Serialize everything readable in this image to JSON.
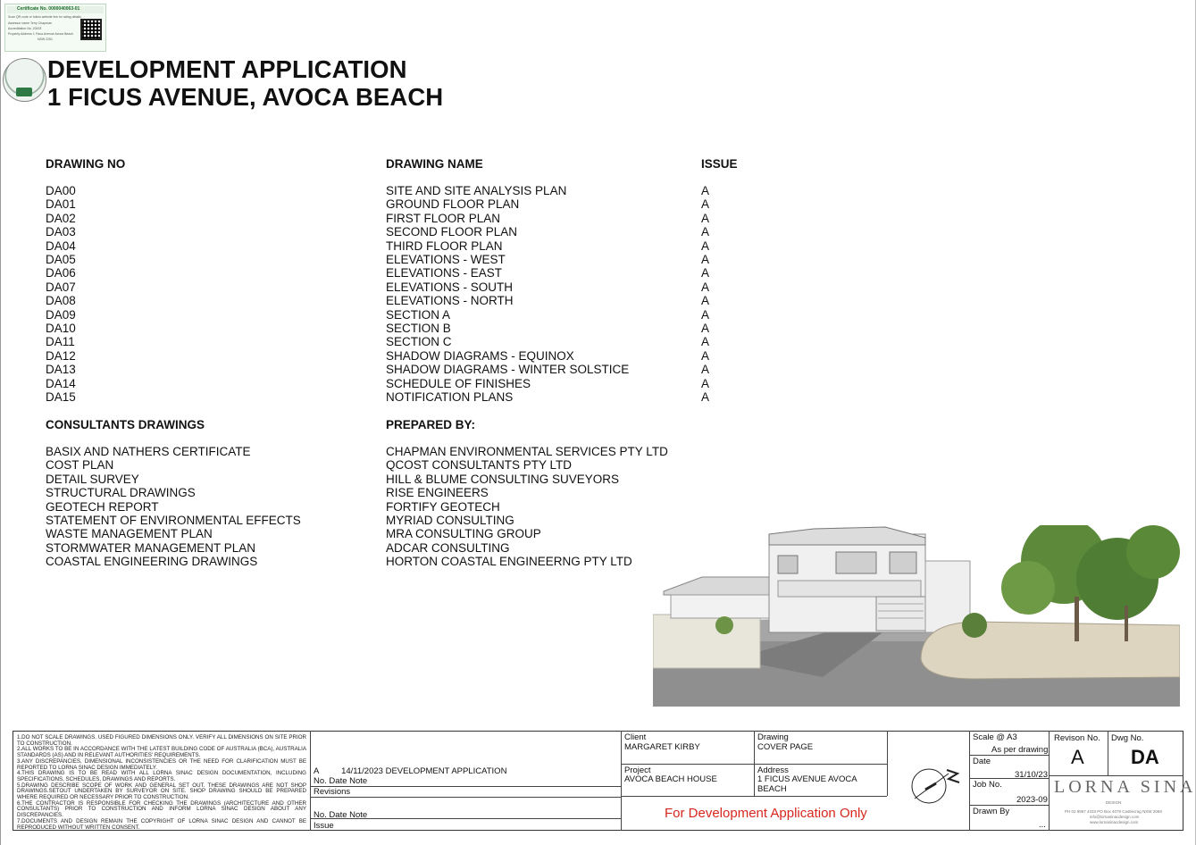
{
  "certificate": {
    "number": "Certificate No. 0000040063-01",
    "lines": [
      "Scan QR code or follow website link for rating details.",
      "Assessor name  Terry Chapman",
      "Accreditation No.  20003",
      "Property Address  1 Ficus Avenue Avoca Beach",
      "NSW 2251"
    ]
  },
  "title": {
    "line1": "DEVELOPMENT APPLICATION",
    "line2": "1 FICUS AVENUE, AVOCA BEACH"
  },
  "drawings": {
    "header_no": "DRAWING NO",
    "header_name": "DRAWING NAME",
    "header_issue": "ISSUE",
    "rows": [
      {
        "no": "DA00",
        "name": "SITE AND SITE ANALYSIS PLAN",
        "issue": "A"
      },
      {
        "no": "DA01",
        "name": "GROUND FLOOR PLAN",
        "issue": "A"
      },
      {
        "no": "DA02",
        "name": "FIRST FLOOR PLAN",
        "issue": "A"
      },
      {
        "no": "DA03",
        "name": "SECOND FLOOR PLAN",
        "issue": "A"
      },
      {
        "no": "DA04",
        "name": "THIRD FLOOR PLAN",
        "issue": "A"
      },
      {
        "no": "DA05",
        "name": "ELEVATIONS - WEST",
        "issue": "A"
      },
      {
        "no": "DA06",
        "name": "ELEVATIONS - EAST",
        "issue": "A"
      },
      {
        "no": "DA07",
        "name": "ELEVATIONS - SOUTH",
        "issue": "A"
      },
      {
        "no": "DA08",
        "name": "ELEVATIONS - NORTH",
        "issue": "A"
      },
      {
        "no": "DA09",
        "name": "SECTION A",
        "issue": "A"
      },
      {
        "no": "DA10",
        "name": "SECTION B",
        "issue": "A"
      },
      {
        "no": "DA11",
        "name": "SECTION C",
        "issue": "A"
      },
      {
        "no": "DA12",
        "name": "SHADOW DIAGRAMS - EQUINOX",
        "issue": "A"
      },
      {
        "no": "DA13",
        "name": "SHADOW DIAGRAMS - WINTER SOLSTICE",
        "issue": "A"
      },
      {
        "no": "DA14",
        "name": "SCHEDULE OF FINISHES",
        "issue": "A"
      },
      {
        "no": "DA15",
        "name": "NOTIFICATION PLANS",
        "issue": "A"
      }
    ]
  },
  "consultants": {
    "header_left": "CONSULTANTS DRAWINGS",
    "header_right": "PREPARED BY:",
    "rows": [
      {
        "doc": "BASIX  AND NATHERS CERTIFICATE",
        "by": "CHAPMAN ENVIRONMENTAL SERVICES PTY LTD"
      },
      {
        "doc": "COST PLAN",
        "by": "QCOST CONSULTANTS PTY LTD"
      },
      {
        "doc": "DETAIL SURVEY",
        "by": "HILL & BLUME CONSULTING SUVEYORS"
      },
      {
        "doc": "STRUCTURAL DRAWINGS",
        "by": "RISE ENGINEERS"
      },
      {
        "doc": "GEOTECH REPORT",
        "by": "FORTIFY GEOTECH"
      },
      {
        "doc": "STATEMENT OF ENVIRONMENTAL EFFECTS",
        "by": "MYRIAD CONSULTING"
      },
      {
        "doc": "WASTE MANAGEMENT PLAN",
        "by": "MRA CONSULTING GROUP"
      },
      {
        "doc": "STORMWATER MANAGEMENT PLAN",
        "by": "ADCAR CONSULTING"
      },
      {
        "doc": "COASTAL ENGINEERING DRAWINGS",
        "by": "HORTON COASTAL ENGINEERNG PTY LTD"
      }
    ]
  },
  "titleblock": {
    "notes": [
      "1.DO NOT SCALE DRAWINGS. USED FIGURED DIMENSIONS ONLY. VERIFY ALL DIMENSIONS ON SITE PRIOR TO CONSTRUCTION.",
      "2.ALL WORKS TO BE IN ACCORDANCE WITH THE LATEST BUILDING CODE OF AUSTRALIA (BCA), AUSTRALIA STANDARDS (AS) AND IN RELEVANT AUTHORITIES' REQUIREMENTS.",
      "3.ANY DISCREPANCIES, DIMENSIONAL INCONSISTENCIES OR THE NEED FOR CLARIFICATION MUST BE REPORTED TO LORNA SINAC DESIGN IMMEDIATELY.",
      "4.THIS DRAWING IS TO BE READ WITH ALL LORNA SINAC DESIGN DOCUMENTATION, INCLUDING SPECIFICATIONS, SCHEDULES, DRAWINGS AND REPORTS.",
      "5.DRAWING DESCRIBE SCOPE OF WORK AND GENERAL SET OUT. THESE DRAWINGS ARE NOT SHOP DRAWINGS.SETOUT UNDERTAKEN BY SURVEYOR ON SITE. SHOP DRAWING SHOULD BE PREPARED WHERE REQUIRED OR NECESSARY PRIOR TO CONSTRUCTION.",
      "6.THE CONTRACTOR IS RESPONSIBLE FOR CHECKING THE DRAWINGS (ARCHITECTURE AND OTHER CONSULTANTS) PRIOR TO CONSTRUCTION AND INFORM LORNA SINAC DESIGN ABOUT ANY DISCREPANCIES.",
      "7.DOCUMENTS AND DESIGN REMAIN THE COPYRIGHT OF LORNA SINAC DESIGN AND CANNOT BE REPRODUCED WITHOUT WRITTEN CONSENT."
    ],
    "revision": {
      "rev": "A",
      "date": "14/11/2023",
      "note": "DEVELOPMENT APPLICATION"
    },
    "rev_header": "No. Date       Note",
    "revisions_label": "Revisions",
    "issue_header": "No.  Date       Note",
    "issue_label": "Issue",
    "client_label": "Client",
    "client": "MARGARET KIRBY",
    "drawing_label": "Drawing",
    "drawing": "COVER PAGE",
    "project_label": "Project",
    "project": "AVOCA BEACH HOUSE",
    "address_label": "Address",
    "address_line1": "1 FICUS AVENUE AVOCA",
    "address_line2": "BEACH",
    "da_only": "For Development Application Only",
    "scale_label": "Scale @ A3",
    "scale": "As per drawing",
    "date_label": "Date",
    "date": "31/10/23",
    "job_label": "Job No.",
    "job": "2023-09",
    "drawn_label": "Drawn By",
    "drawn": "...",
    "revno_label": "Revison No.",
    "revno": "A",
    "dwgno_label": "Dwg No.",
    "dwgno": "DA",
    "logo": "LORNA SINAC",
    "logo_sub": "DESIGN",
    "logo_contact1": "PH 02 9967 4333  PO Box 4079 Castlecrag NSW 2068",
    "logo_contact2": "info@lornasinacdesign.com",
    "logo_contact3": "www.lornasinacdesign.com"
  }
}
